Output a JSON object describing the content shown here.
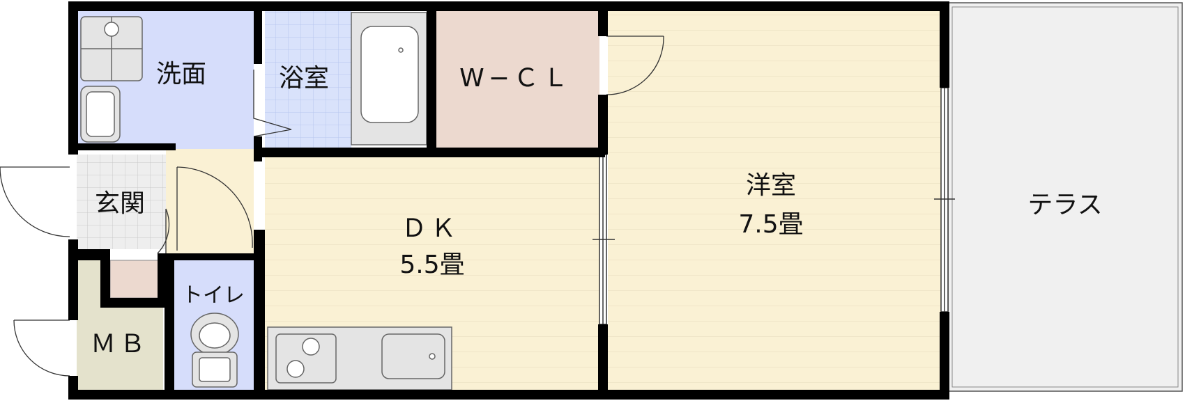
{
  "rooms": {
    "senmen": {
      "label": "洗面"
    },
    "yokushitsu": {
      "label": "浴室"
    },
    "wcl": {
      "label": "W−ＣＬ"
    },
    "genkan": {
      "label": "玄関"
    },
    "dk": {
      "label": "ＤＫ",
      "size": "5.5畳"
    },
    "yoshitsu": {
      "label": "洋室",
      "size": "7.5畳"
    },
    "terrace": {
      "label": "テラス"
    },
    "toilet": {
      "label": "トイレ"
    },
    "mb": {
      "label": "ＭＢ"
    }
  },
  "colors": {
    "wall": "#000000",
    "senmen_floor": "#d6ddfb",
    "bath_floor": "#d9e2fb",
    "wcl_floor": "#ecd9cf",
    "wood_floor": "#faf1d4",
    "genkan_floor": "#eeeeee",
    "terrace_floor": "#f0f0f0",
    "mb_floor": "#e4e2cc",
    "fixture_gray": "#e4e4e4"
  }
}
